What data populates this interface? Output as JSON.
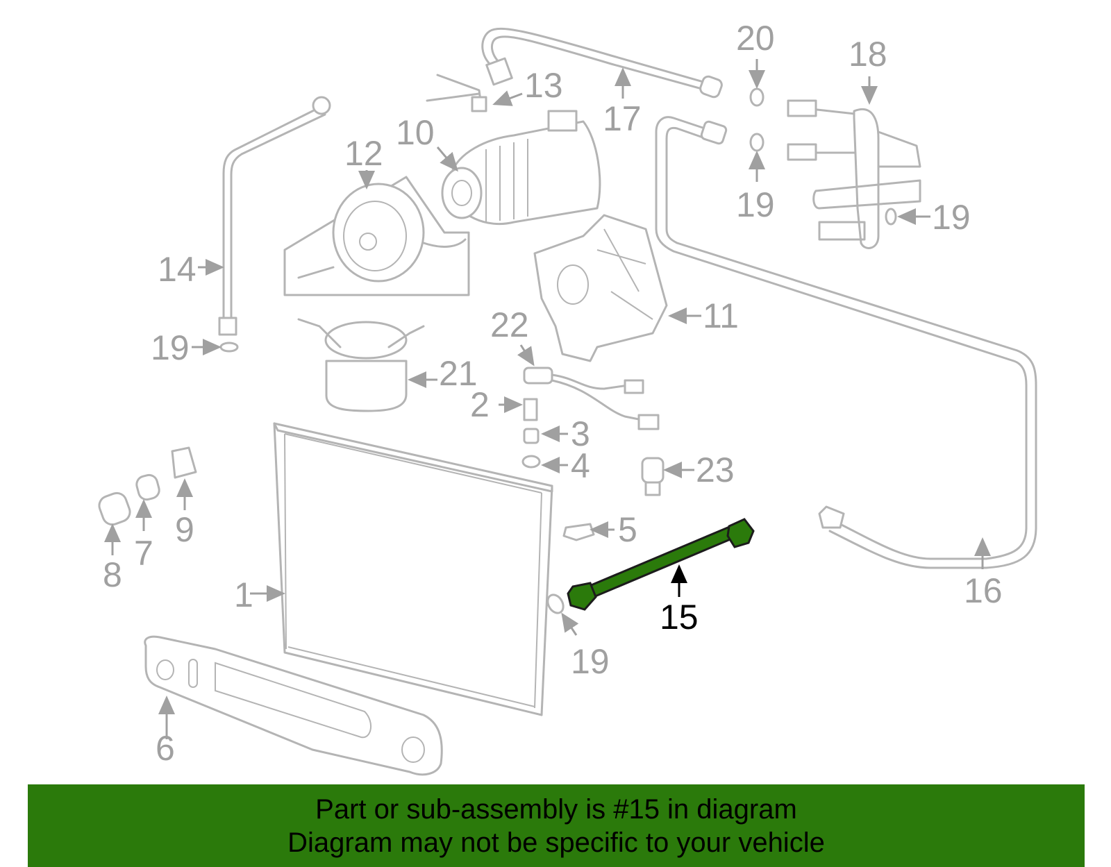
{
  "callouts": {
    "c1": "1",
    "c2": "2",
    "c3": "3",
    "c4": "4",
    "c5": "5",
    "c6": "6",
    "c7": "7",
    "c8": "8",
    "c9": "9",
    "c10": "10",
    "c11": "11",
    "c12": "12",
    "c13": "13",
    "c14": "14",
    "c15": "15",
    "c16": "16",
    "c17": "17",
    "c18": "18",
    "c19a": "19",
    "c19b": "19",
    "c19c": "19",
    "c19d": "19",
    "c20": "20",
    "c21": "21",
    "c22": "22",
    "c23": "23"
  },
  "highlight": {
    "part_number": "15",
    "color": "#2b7a0b"
  },
  "banner": {
    "line1": "Part or sub-assembly is #15 in diagram",
    "line2": "Diagram may not be specific to your vehicle",
    "background": "#2b7a0b"
  }
}
